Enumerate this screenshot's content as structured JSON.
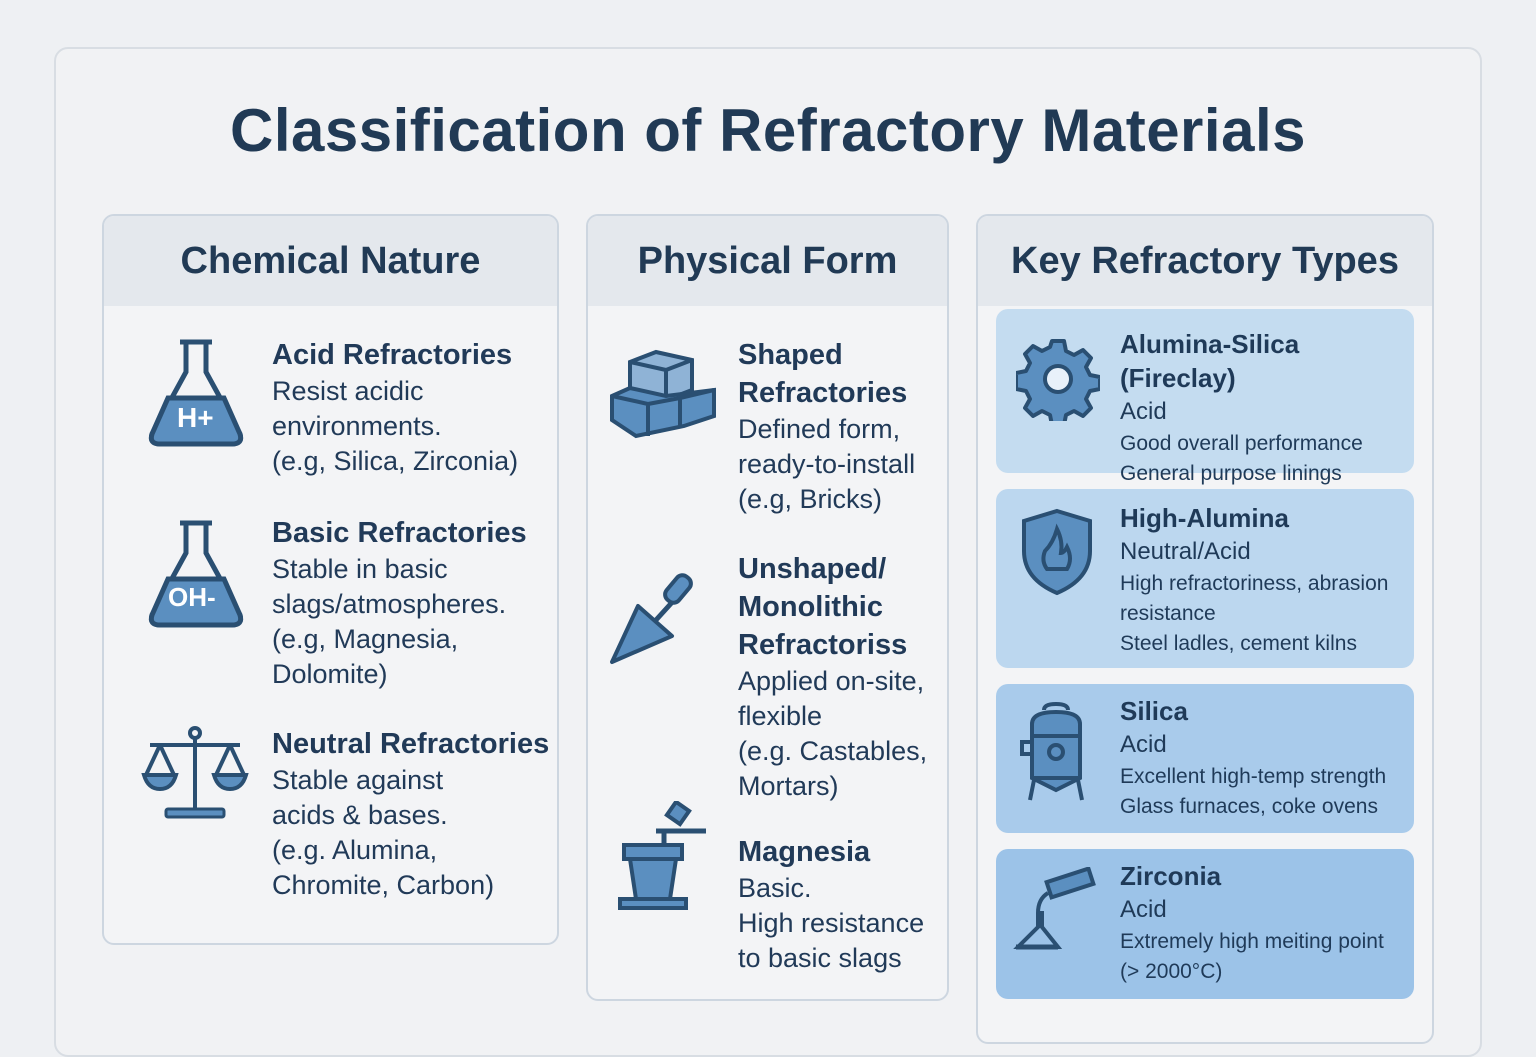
{
  "title": "Classification of Refractory Materials",
  "columns": [
    {
      "heading": "Chemical Nature",
      "items": [
        {
          "icon": "flask-acid-icon",
          "icon_label": "H+",
          "title": "Acid Refractories",
          "lines": [
            "Resist acidic",
            "environments.",
            "(e.g, Silica, Zirconia)"
          ]
        },
        {
          "icon": "flask-base-icon",
          "icon_label": "OH-",
          "title": "Basic Refractories",
          "lines": [
            "Stable in basic",
            "slags/atmospheres.",
            "(e.g, Magnesia,",
            "Dolomite)"
          ]
        },
        {
          "icon": "balance-scale-icon",
          "title": "Neutral Refractories",
          "lines": [
            "Stable against",
            "acids & bases.",
            "(e.g. Alumina,",
            "Chromite,  Carbon)"
          ]
        }
      ]
    },
    {
      "heading": "Physical Form",
      "items": [
        {
          "icon": "bricks-icon",
          "title_lines": [
            "Shaped",
            "Refractories"
          ],
          "lines": [
            "Defined form,",
            "ready-to-install",
            "(e.g, Bricks)"
          ]
        },
        {
          "icon": "trowel-icon",
          "title_lines": [
            "Unshaped/",
            "Monolithic",
            "Refractoriss"
          ],
          "lines": [
            "Applied on-site,",
            "flexible",
            "(e.g. Castables,",
            "Mortars)"
          ]
        },
        {
          "icon": "crucible-icon",
          "title_lines": [
            "Magnesia"
          ],
          "lines": [
            "Basic.",
            "High resistance",
            "to basic slags"
          ]
        }
      ]
    },
    {
      "heading": "Key Refractory Types",
      "cards": [
        {
          "icon": "gear-icon",
          "title": "Alumina-Silica (Fireclay)",
          "type": "Acid",
          "lines": [
            "Good overall performance",
            "General purpose linings"
          ],
          "color": "#c4dcf0"
        },
        {
          "icon": "shield-flame-icon",
          "title": "High-Alumina",
          "type": "Neutral/Acid",
          "lines": [
            "High refractoriness, abrasion",
            "resistance",
            "Steel ladles, cement kilns"
          ],
          "color": "#bcd7ef"
        },
        {
          "icon": "furnace-vessel-icon",
          "title": "Silica",
          "type": "Acid",
          "lines": [
            "Excellent high-temp strength",
            "Glass furnaces, coke ovens"
          ],
          "color": "#a9cbeb"
        },
        {
          "icon": "pouring-ladle-icon",
          "title": "Zirconia",
          "type": "Acid",
          "lines": [
            "Extremely  high meiting point",
            "(> 2000°C)"
          ],
          "color": "#9cc3e8"
        }
      ]
    }
  ]
}
